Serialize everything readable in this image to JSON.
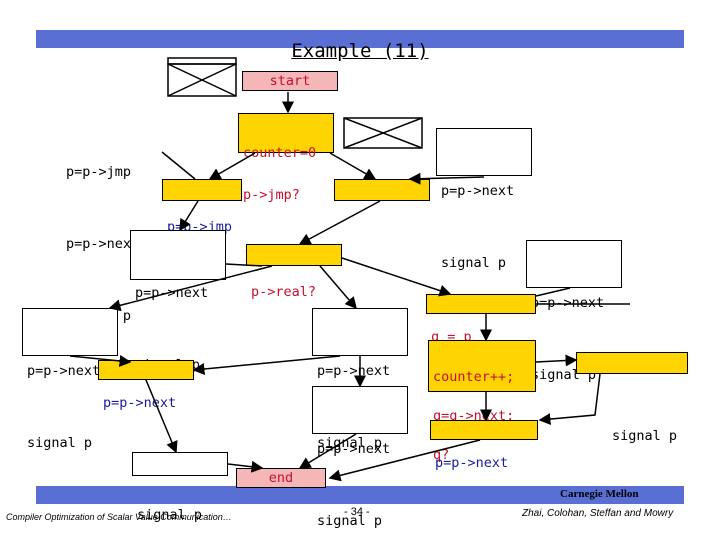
{
  "title": "Example (11)",
  "nodes": {
    "start": "start",
    "end": "end",
    "left_block": [
      "p=p->jmp",
      "p=p->next",
      "signal p"
    ],
    "counter_cond": [
      "counter=0",
      "p->jmp?"
    ],
    "right_top_block": [
      "p=p->next",
      "signal p"
    ],
    "jmp_bar": "p=p->jmp",
    "mid_left_block": [
      "p=p->next",
      "signal p"
    ],
    "real_cond": "p->real?",
    "right_mid_block": [
      "p=p->next",
      "signal p"
    ],
    "far_left_block": [
      "p=p->next",
      "signal p"
    ],
    "center_block": [
      "p=p->next",
      "signal p"
    ],
    "q_eq_p": "q = p",
    "far_right_block": [
      "p=p->next",
      "signal p"
    ],
    "next_bar_left": "p=p->next",
    "counter_inc": [
      "counter++;",
      "q=q->next;",
      "q?"
    ],
    "center_lower_block": [
      "p=p->next",
      "signal p"
    ],
    "next_bar_right": "p=p->next",
    "bottom_left_block": [
      "signal p"
    ]
  },
  "footer": {
    "brand": "Carnegie Mellon",
    "left": "Compiler Optimization of Scalar Value Communication…",
    "page": "- 34 -",
    "authors": "Zhai, Colohan, Steffan and Mowry"
  },
  "colors": {
    "band": "#5a6fd3",
    "node_fill": "#ffd400",
    "start_end_fill": "#f4b6b6",
    "cond_text": "#c8102e",
    "accent_text": "#1a1aa0"
  }
}
